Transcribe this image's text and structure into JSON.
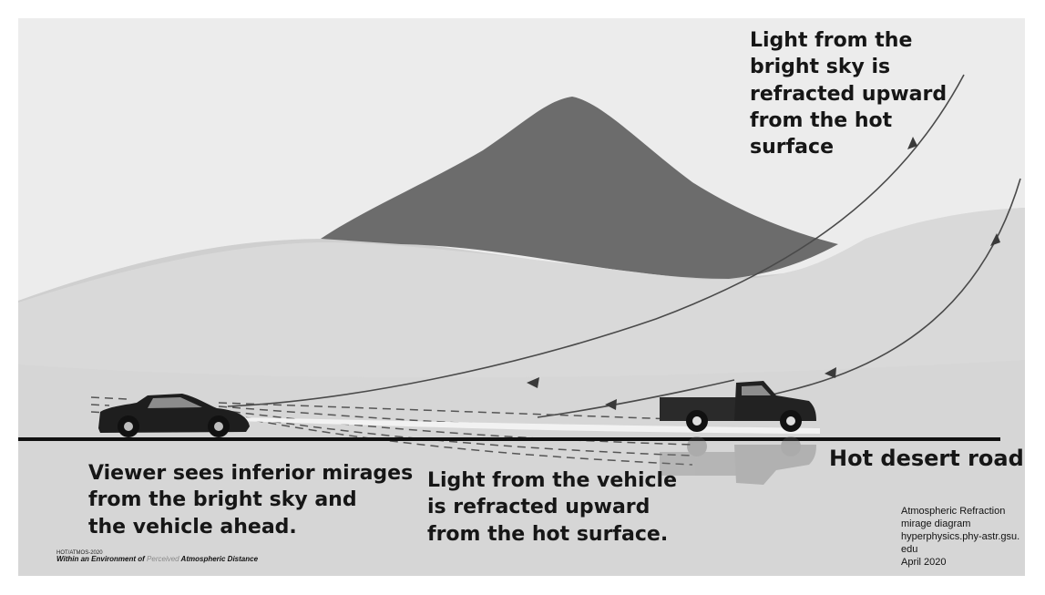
{
  "labels": {
    "sky_light": [
      "Light from the",
      "bright sky is",
      "refracted upward",
      "from the hot",
      "surface"
    ],
    "vehicle_light": [
      "Light from the vehicle",
      "is refracted upward",
      "from the hot surface."
    ],
    "viewer": [
      "Viewer sees inferior mirages",
      "from the bright sky and",
      "the vehicle ahead."
    ],
    "road": "Hot desert road"
  },
  "credit": [
    "Atmospheric Refraction",
    "mirage diagram",
    "hyperphysics.phy-astr.gsu.",
    "edu",
    "April 2020"
  ],
  "tiny_id": "HOT/ATMOS-2020",
  "tiny_caption": {
    "part1": "Within an Environment of ",
    "faint": "Perceived",
    "part2": " Atmospheric Distance"
  },
  "colors": {
    "sky": "#ececec",
    "far_hill": "#cfcfcf",
    "mountain": "#6c6c6c",
    "near_hill": "#d9d9d9",
    "ground": "#d6d6d6",
    "road_line": "#111111",
    "ray": "#4a4a4a"
  }
}
